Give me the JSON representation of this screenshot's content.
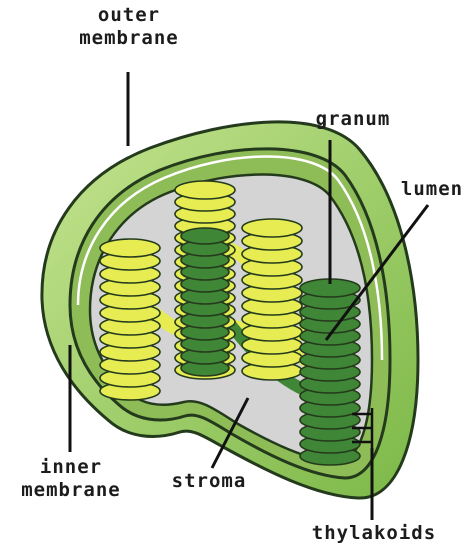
{
  "labels": {
    "outer_membrane": [
      "outer",
      "membrane"
    ],
    "granum": "granum",
    "lumen": "lumen",
    "inner_membrane": [
      "inner",
      "membrane"
    ],
    "stroma": "stroma",
    "thylakoids": "thylakoids"
  },
  "colors": {
    "outer_membrane": "#9fcf63",
    "outer_membrane_dark": "#6fa83c",
    "inner_membrane": "#7fb04c",
    "stroma": "#d3d4d3",
    "thylakoid_light": "#e6ec52",
    "thylakoid_dark": "#3f8636",
    "outline": "#243a1c"
  }
}
